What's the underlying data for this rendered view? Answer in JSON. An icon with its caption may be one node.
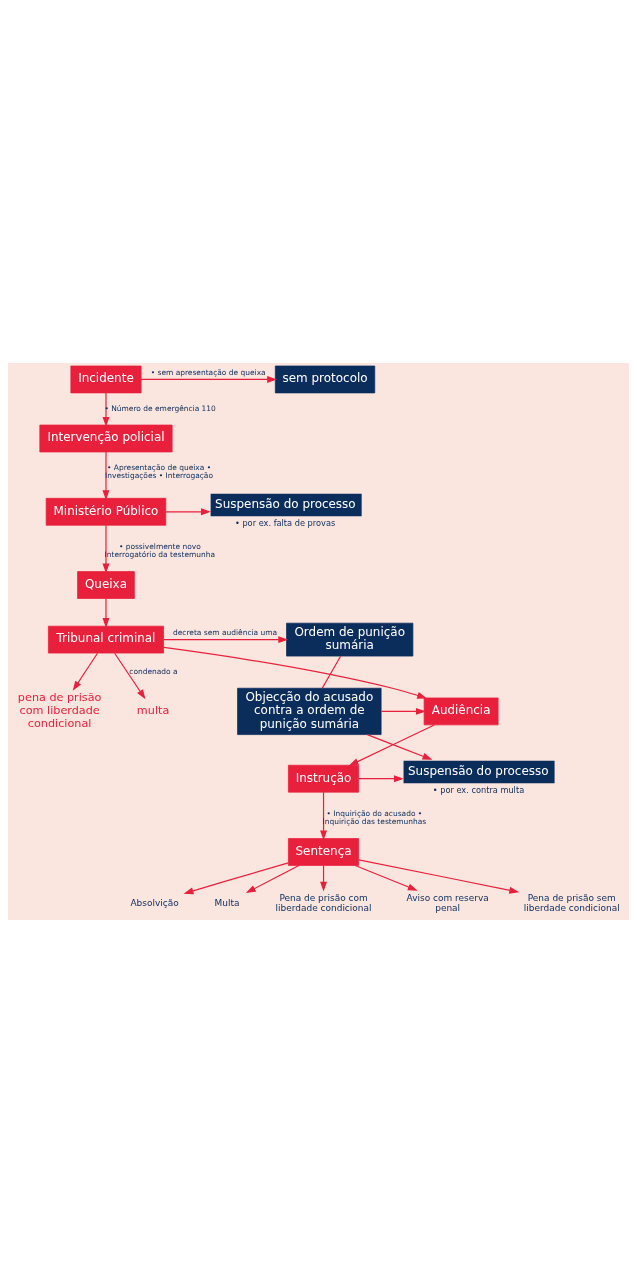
{
  "diagram": {
    "nodes": [
      {
        "text": [
          "Incidente"
        ]
      },
      {
        "text": [
          "sem protocolo"
        ]
      },
      {
        "text": [
          "Intervenção policial"
        ]
      },
      {
        "text": [
          "Ministério Público"
        ]
      },
      {
        "text": [
          "Suspensão do processo"
        ],
        "beside": [
          "• por ex. falta de provas"
        ]
      },
      {
        "text": [
          "Queixa"
        ]
      },
      {
        "text": [
          "Tribunal criminal"
        ]
      },
      {
        "text": [
          "Ordem de punição sumária"
        ]
      },
      {
        "text": [
          "multa"
        ]
      },
      {
        "text": [
          "pena de prisão",
          "com liberdade condicional"
        ]
      },
      {
        "text": [
          "Audiência"
        ]
      },
      {
        "text": [
          "Objecção do acusado contra a ordem de punição sumária"
        ]
      },
      {
        "text": [
          "Instrução"
        ]
      },
      {
        "text": [
          "Suspensão do processo"
        ],
        "beside": [
          "• por ex. contra multa"
        ]
      },
      {
        "text": [
          "Sentença"
        ]
      },
      {
        "text": [
          "Absolvição"
        ]
      },
      {
        "text": [
          "Multa"
        ]
      },
      {
        "text": [
          "Pena de prisão com liberdade condicional"
        ]
      },
      {
        "text": [
          "Aviso com reserva penal"
        ]
      },
      {
        "text": [
          "Pena de prisão sem liberdade condicional"
        ]
      }
    ],
    "edges": [
      {
        "from": 0,
        "to": 1,
        "arrow": "to",
        "label": "• sem apresentação de queixa"
      },
      {
        "from": 0,
        "to": 2,
        "arrow": "to",
        "label": "• Número de emergência 110"
      },
      {
        "from": 2,
        "to": 3,
        "arrow": "to",
        "label": "• Apresentação de queixa • Investigações • Interrogação"
      },
      {
        "from": 3,
        "to": 4,
        "arrow": "to"
      },
      {
        "from": 3,
        "to": 5,
        "arrow": "to",
        "label": "• possivelmente novo Interrogatório da testemunha"
      },
      {
        "from": 5,
        "to": 6,
        "arrow": "to"
      },
      {
        "from": 6,
        "to": 7,
        "arrow": "to",
        "label": "decreta sem audiência uma"
      },
      {
        "from": 6,
        "to": 8,
        "arrow": "to",
        "label": "condenado a"
      },
      {
        "from": 6,
        "to": 9,
        "arrow": "to"
      },
      {
        "from": 7,
        "to": 11,
        "arrow": "none"
      },
      {
        "from": 6,
        "to": 10,
        "arrow": "to"
      },
      {
        "from": 11,
        "to": 10,
        "arrow": "to"
      },
      {
        "from": 11,
        "to": 13,
        "arrow": "to"
      },
      {
        "from": 10,
        "to": 12,
        "arrow": "to"
      },
      {
        "from": 12,
        "to": 13,
        "arrow": "to"
      },
      {
        "from": 12,
        "to": 14,
        "arrow": "to",
        "label": "• Inquirição do acusado • Inquirição das testemunhas"
      },
      {
        "from": 14,
        "to": 15,
        "arrow": "to"
      },
      {
        "from": 14,
        "to": 16,
        "arrow": "to"
      },
      {
        "from": 14,
        "to": 17,
        "arrow": "to"
      },
      {
        "from": 14,
        "to": 18,
        "arrow": "to"
      },
      {
        "from": 14,
        "to": 19,
        "arrow": "to"
      }
    ]
  }
}
